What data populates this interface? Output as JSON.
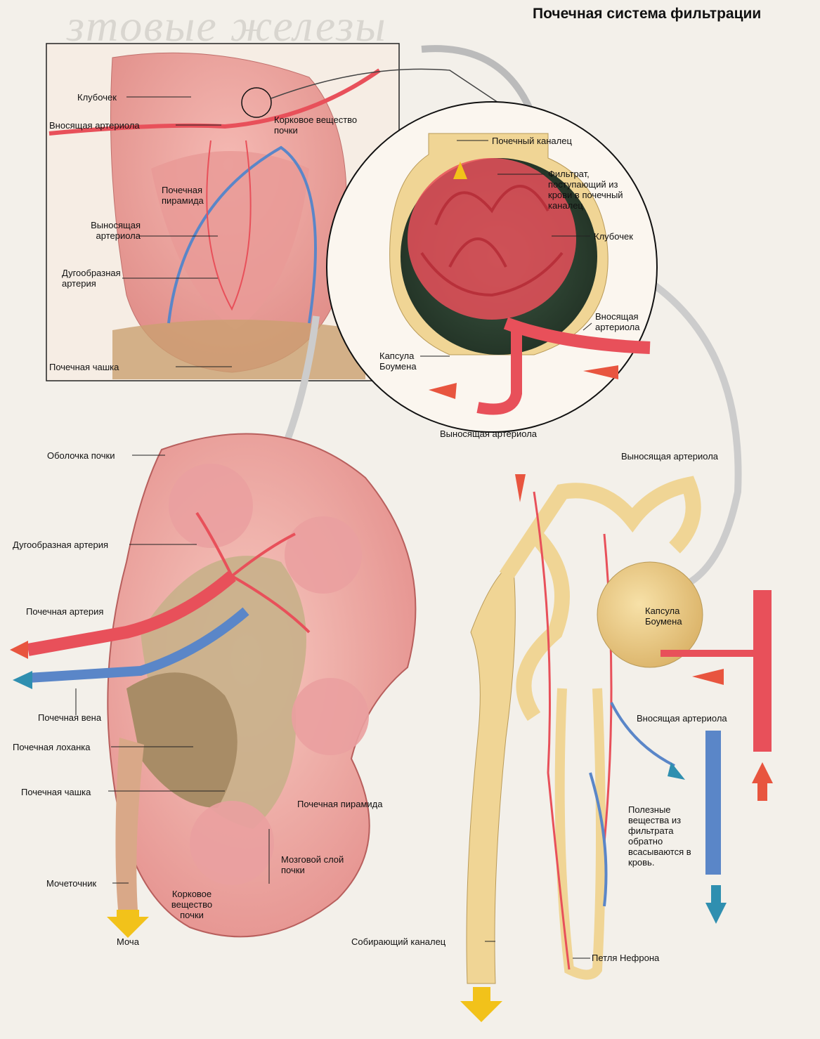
{
  "title": "Почечная система фильтрации",
  "background_word": "зтовые железы",
  "colors": {
    "artery": "#e8505a",
    "vein": "#5a86c8",
    "tubule": "#f0d595",
    "kidney": "#f1a8a4",
    "arrow_in": "#e8553f",
    "arrow_out": "#2f8fb0",
    "urine_arrow": "#f2c21a"
  },
  "inset_labels": {
    "glomerulus": "Клубочек",
    "afferent": "Вносящая артериола",
    "cortex": "Корковое вещество почки",
    "pyramid": "Почечная пирамида",
    "efferent": "Выносящая артериола",
    "arcuate": "Дугообразная артерия",
    "calyx": "Почечная чашка"
  },
  "circle_labels": {
    "tubule": "Почечный каналец",
    "filtrate": "Фильтрат, поступающий из крови в почечный каналец",
    "glomerulus": "Клубочек",
    "afferent": "Вносящая артериола",
    "bowman": "Капсула Боумена",
    "efferent": "Выносящая артериола"
  },
  "kidney_labels": {
    "capsule": "Оболочка почки",
    "arcuate": "Дугообразная артерия",
    "renal_artery": "Почечная артерия",
    "renal_vein": "Почечная вена",
    "pelvis": "Почечная лоханка",
    "calyx": "Почечная чашка",
    "pyramid": "Почечная пирамида",
    "medulla": "Мозговой слой почки",
    "cortex": "Корковое вещество почки",
    "ureter": "Мочеточник",
    "urine": "Моча"
  },
  "nephron_labels": {
    "efferent": "Выносящая артериола",
    "bowman": "Капсула Боумена",
    "afferent": "Вносящая артериола",
    "reabsorption": "Полезные вещества из фильтрата обратно всасываются в кровь.",
    "collecting": "Собирающий каналец",
    "loop": "Петля Нефрона"
  }
}
